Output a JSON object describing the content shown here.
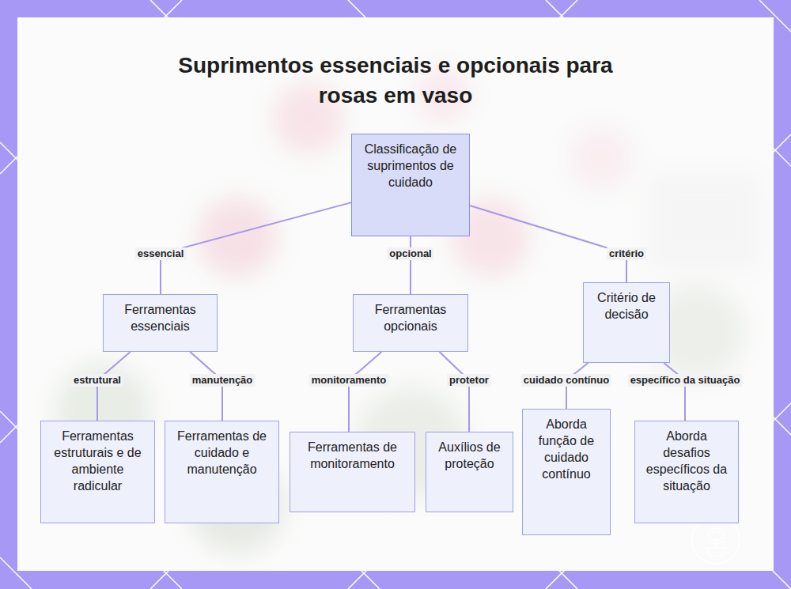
{
  "diagram": {
    "title": "Suprimentos essenciais e opcionais para rosas em vaso",
    "nodes": [
      {
        "text": [
          "Classificação de suprimentos de cuidado"
        ]
      },
      {
        "text": [
          "Ferramentas essenciais"
        ]
      },
      {
        "text": [
          "Ferramentas opcionais"
        ]
      },
      {
        "text": [
          "Critério de decisão"
        ]
      },
      {
        "text": [
          "Ferramentas estruturais e de ambiente radicular"
        ]
      },
      {
        "text": [
          "Ferramentas de cuidado e manutenção"
        ]
      },
      {
        "text": [
          "Ferramentas de monitoramento"
        ]
      },
      {
        "text": [
          "Auxílios de proteção"
        ]
      },
      {
        "text": [
          "Aborda função de cuidado contínuo"
        ]
      },
      {
        "text": [
          "Aborda desafios específicos da situação"
        ]
      }
    ],
    "edges": [
      {
        "from": 0,
        "to": 1,
        "label": "essencial",
        "arrow": "none"
      },
      {
        "from": 0,
        "to": 2,
        "label": "opcional",
        "arrow": "none"
      },
      {
        "from": 0,
        "to": 3,
        "label": "critério",
        "arrow": "none"
      },
      {
        "from": 1,
        "to": 4,
        "label": "estrutural",
        "arrow": "none"
      },
      {
        "from": 1,
        "to": 5,
        "label": "manutenção",
        "arrow": "none"
      },
      {
        "from": 2,
        "to": 6,
        "label": "monitoramento",
        "arrow": "none"
      },
      {
        "from": 2,
        "to": 7,
        "label": "protetor",
        "arrow": "none"
      },
      {
        "from": 3,
        "to": 8,
        "label": "cuidado contínuo",
        "arrow": "none"
      },
      {
        "from": 3,
        "to": 9,
        "label": "específico da situação",
        "arrow": "none"
      }
    ]
  }
}
